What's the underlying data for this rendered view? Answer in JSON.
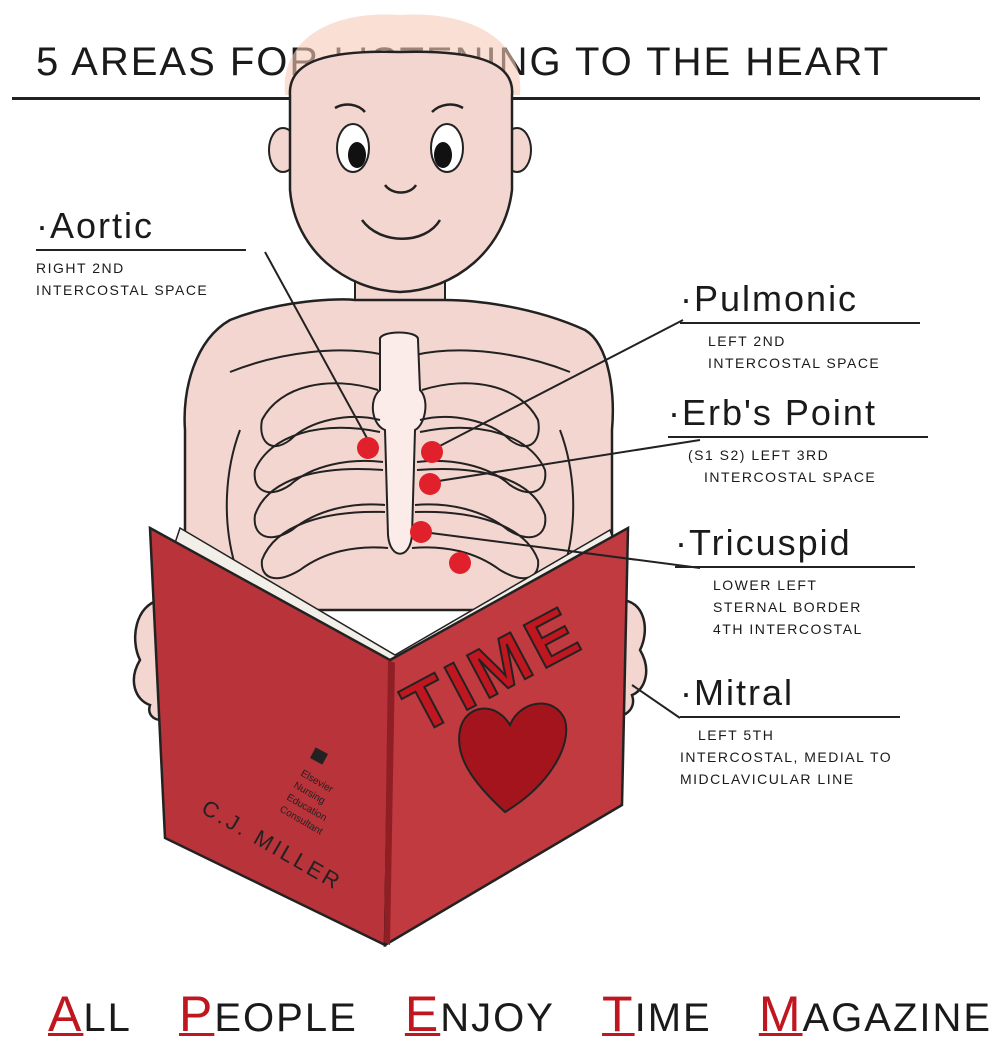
{
  "title": "5 AREAS FOR LISTENING TO THE HEART",
  "colors": {
    "accent": "#c0161f",
    "skin": "#f4d6d0",
    "book": "#b8333a",
    "bookDark": "#8f1f25",
    "heart": "#a3141c",
    "point": "#e0202a"
  },
  "areas": [
    {
      "name": "Aortic",
      "desc": [
        "Right 2nd",
        "Intercostal space"
      ]
    },
    {
      "name": "Pulmonic",
      "desc": [
        "Left 2nd",
        "Intercostal space"
      ]
    },
    {
      "name": "Erb's Point",
      "desc": [
        "(S1 S2) Left 3rd",
        "Intercostal space"
      ]
    },
    {
      "name": "Tricuspid",
      "desc": [
        "Lower left",
        "Sternal border",
        "4th intercostal"
      ]
    },
    {
      "name": "Mitral",
      "desc": [
        "Left 5th",
        "Intercostal, medial to",
        "midclavicular line"
      ]
    }
  ],
  "book": {
    "title": "TIME",
    "author": "C.J. MILLER",
    "publisher": [
      "Elsevier",
      "Nursing",
      "Education",
      "Consultant"
    ]
  },
  "mnemonic": [
    {
      "cap": "A",
      "rest": "LL"
    },
    {
      "cap": "P",
      "rest": "EOPLE"
    },
    {
      "cap": "E",
      "rest": "NJOY"
    },
    {
      "cap": "T",
      "rest": "IME"
    },
    {
      "cap": "M",
      "rest": "AGAZINE"
    }
  ]
}
